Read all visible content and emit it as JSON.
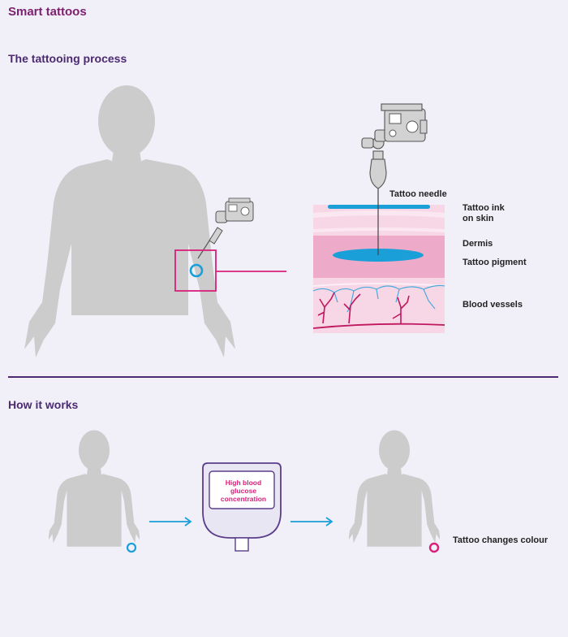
{
  "page": {
    "title": "Smart tattoos",
    "section1_title": "The tattooing process",
    "section2_title": "How it works"
  },
  "labels": {
    "tattoo_needle": "Tattoo needle",
    "tattoo_ink": "Tattoo ink on skin",
    "dermis": "Dermis",
    "tattoo_pigment": "Tattoo pigment",
    "blood_vessels": "Blood vessels",
    "device_text": "High blood glucose concentration",
    "tattoo_changes": "Tattoo changes colour"
  },
  "colors": {
    "title": "#7b1f6e",
    "section": "#4b2a72",
    "body": "#cccccc",
    "tattoo_blue": "#1a9fd9",
    "tattoo_pink": "#d8207a",
    "skin_light": "#f7d7e6",
    "skin_dermis": "#eeaac9",
    "vessel_red": "#c0185f",
    "vessel_blue": "#4aa9db"
  }
}
